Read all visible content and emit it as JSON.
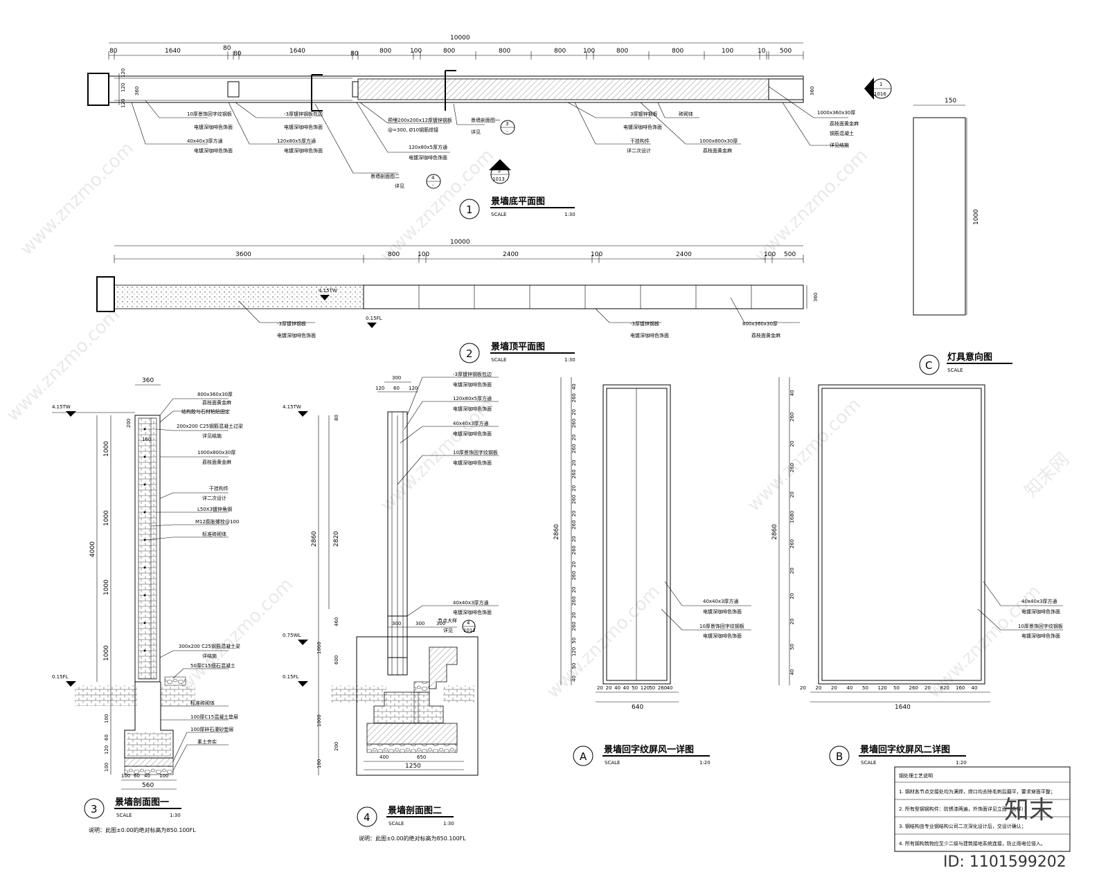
{
  "plan1": {
    "number": "1",
    "title": "景墙底平面图",
    "scale_label": "SCALE",
    "scale": "1:30",
    "overall_dim": "10000",
    "dims": [
      "80",
      "1640",
      "80",
      "80",
      "1640",
      "80",
      "800",
      "100",
      "800",
      "800",
      "800",
      "100",
      "800",
      "800",
      "100",
      "10",
      "500"
    ],
    "side_dims": [
      "120",
      "120",
      "120",
      "360"
    ],
    "labels": [
      {
        "a": "10厚景饰回字纹钢板",
        "b": "电镀深咖啡色饰面"
      },
      {
        "a": "40x40x3厚方通",
        "b": "电镀深咖啡色饰面"
      },
      {
        "a": "-3厚镀锌钢板包边",
        "b": "电镀深咖啡色饰面"
      },
      {
        "a": "120x80x5厚方通",
        "b": "电镀深咖啡色饰面"
      },
      {
        "a": "预埋200x200x12厚镀锌钢板",
        "b": "@=300, Ø10钢筋焊接"
      },
      {
        "a": "120x80x5厚方通",
        "b": "电镀深咖啡色饰面"
      },
      {
        "a": "3厚镀锌钢板",
        "b": "电镀深咖啡色饰面"
      },
      {
        "a": "干挂构件",
        "b": "详二次设计"
      },
      {
        "a": "砖砌体",
        "b": ""
      },
      {
        "a": "1000x800x30厚",
        "b": "荔枝面黄金麻"
      },
      {
        "a": "1000x360x30厚",
        "b": "荔枝面黄金麻"
      },
      {
        "a": "钢筋混凝土",
        "b": "详见结施"
      }
    ],
    "callouts": [
      {
        "text": "景墙剖面图一",
        "num": "3",
        "sub": "-",
        "detail": "详见"
      },
      {
        "text": "景墙剖面图二",
        "num": "4",
        "sub": "-",
        "detail": "详见"
      }
    ],
    "markers": [
      {
        "num": "2",
        "sheet": "1013"
      },
      {
        "num": "1",
        "sheet": "1016"
      }
    ]
  },
  "plan2": {
    "number": "2",
    "title": "景墙顶平面图",
    "scale_label": "SCALE",
    "scale": "1:30",
    "overall_dim": "10000",
    "dims": [
      "3600",
      "800",
      "100",
      "2400",
      "100",
      "2400",
      "100",
      "500"
    ],
    "side_dim": "360",
    "level_top": "4.15TW",
    "level_floor": "0.15FL",
    "labels": [
      {
        "a": "-3厚镀锌钢板",
        "b": "电镀深咖啡色饰面"
      },
      {
        "a": "-3厚镀锌钢板",
        "b": "电镀深咖啡色饰面"
      },
      {
        "a": "800x360x30厚",
        "b": "荔枝面黄金麻"
      }
    ]
  },
  "lamp": {
    "letter": "C",
    "title": "灯具意向图",
    "scale_label": "SCALE",
    "width_dim": "150",
    "height_dim": "1000"
  },
  "section1": {
    "number": "3",
    "title": "景墙剖面图一",
    "scale_label": "SCALE",
    "scale": "1:30",
    "note": "说明：此图±0.00的绝对标高为850.100FL",
    "level_top": "4.15TW",
    "level_floor": "0.15FL",
    "top_dim": "360",
    "v_dims": [
      "1000",
      "1000",
      "1000",
      "1000"
    ],
    "total": "4000",
    "small_dims": [
      "200",
      "160"
    ],
    "base_dims": [
      "100",
      "60",
      "120",
      "100"
    ],
    "bottom_dims": [
      "100",
      "60",
      "40",
      "100"
    ],
    "bottom_total": "560",
    "labels": [
      {
        "a": "800x360x30厚",
        "b": "荔枝面黄金麻"
      },
      {
        "a": "结构胶与石材粘贴固定",
        "b": ""
      },
      {
        "a": "200x200 C25钢筋混凝土过梁",
        "b": "详见结施"
      },
      {
        "a": "1000x800x30厚",
        "b": "荔枝面黄金麻"
      },
      {
        "a": "干挂构件",
        "b": "详二次设计"
      },
      {
        "a": "L50X3镀锌角钢",
        "b": ""
      },
      {
        "a": "M12膨胀螺栓@100",
        "b": ""
      },
      {
        "a": "标准砖砌体",
        "b": ""
      },
      {
        "a": "300x200 C25钢筋混凝土梁",
        "b": "详结施"
      },
      {
        "a": "50厚C15细石混凝土",
        "b": ""
      },
      {
        "a": "标准砖砌体",
        "b": ""
      },
      {
        "a": "100厚C15混凝土垫层",
        "b": ""
      },
      {
        "a": "100厚碎石灌砂垫层",
        "b": ""
      },
      {
        "a": "素土夯实",
        "b": ""
      }
    ]
  },
  "section2": {
    "number": "4",
    "title": "景墙剖面图二",
    "scale_label": "SCALE",
    "scale": "1:30",
    "note": "说明：此图±0.00的绝对标高为850.100FL",
    "level_top": "4.15TW",
    "level_mid": "0.75WL",
    "level_floor": "0.15FL",
    "top_dims": [
      "300",
      "120",
      "60",
      "120"
    ],
    "v_dims": [
      "2860",
      "2820",
      "80",
      "460",
      "1060",
      "600",
      "1000",
      "200",
      "100"
    ],
    "inner_dims": [
      "300",
      "300",
      "300"
    ],
    "bottom_dims": [
      "400",
      "650"
    ],
    "bottom_total": "1250",
    "labels": [
      {
        "a": "-3厚镀锌钢板包边",
        "b": "电镀深咖啡色饰面"
      },
      {
        "a": "120x80x5厚方通",
        "b": "电镀深咖啡色饰面"
      },
      {
        "a": "40x40x3厚方通",
        "b": "电镀深咖啡色饰面"
      },
      {
        "a": "10厚景饰回字纹钢板",
        "b": "电镀深咖啡色饰面"
      },
      {
        "a": "40x40x3厚方通",
        "b": "电镀深咖啡色饰面"
      },
      {
        "a": "节点大样",
        "b": "详见"
      }
    ],
    "callout": {
      "num": "4",
      "sheet": "1012"
    }
  },
  "screenA": {
    "letter": "A",
    "title": "景墙回字纹屏风一详图",
    "scale_label": "SCALE",
    "scale": "1:20",
    "height_dim": "2860",
    "v_dims": [
      "40",
      "260",
      "20",
      "260",
      "20",
      "260",
      "20",
      "260",
      "20",
      "260",
      "20",
      "260",
      "20",
      "260",
      "20",
      "260",
      "20",
      "260",
      "20",
      "260",
      "50",
      "120",
      "50",
      "40"
    ],
    "bottom_dims": [
      "20",
      "20",
      "40",
      "40",
      "50",
      "120",
      "50",
      "260",
      "40"
    ],
    "width_dim": "640",
    "labels": [
      {
        "a": "40x40x3厚方通",
        "b": "电镀深咖啡色饰面"
      },
      {
        "a": "10厚景饰回字纹钢板",
        "b": "电镀深咖啡色饰面"
      }
    ]
  },
  "screenB": {
    "letter": "B",
    "title": "景墙回字纹屏风二详图",
    "scale_label": "SCALE",
    "scale": "1:20",
    "height_dim": "2860",
    "v_dims": [
      "40",
      "260",
      "20",
      "260",
      "20",
      "1680",
      "260",
      "20",
      "20",
      "20",
      "50",
      "40"
    ],
    "bottom_dims": [
      "20",
      "20",
      "20",
      "40",
      "50",
      "120",
      "50",
      "260",
      "20",
      "820",
      "160",
      "40"
    ],
    "width_dim": "1640",
    "labels": [
      {
        "a": "40x40x3厚方通",
        "b": "电镀深咖啡色饰面"
      },
      {
        "a": "10厚景饰回字纹钢板",
        "b": "电镀深咖啡色饰面"
      }
    ]
  },
  "notes": {
    "title": "钢处理工艺说明",
    "items": [
      "1. 钢材各节点交接处均为满焊，焊口均去除毛刺后磨平，要求穿面平整；",
      "2. 所有型钢钢构件：防锈漆两遍，外饰面详见立面（含样）；",
      "3. 钢结构由专业钢结构公司二次深化设计后，交设计确认；",
      "4. 所有钢构筑物应至少二级与建筑接地系统连接，防止雨电位侵入。"
    ]
  },
  "watermark": {
    "site": "www.znzmo.com",
    "brand": "知末网",
    "logo": "知末",
    "id": "ID: 1101599202"
  }
}
